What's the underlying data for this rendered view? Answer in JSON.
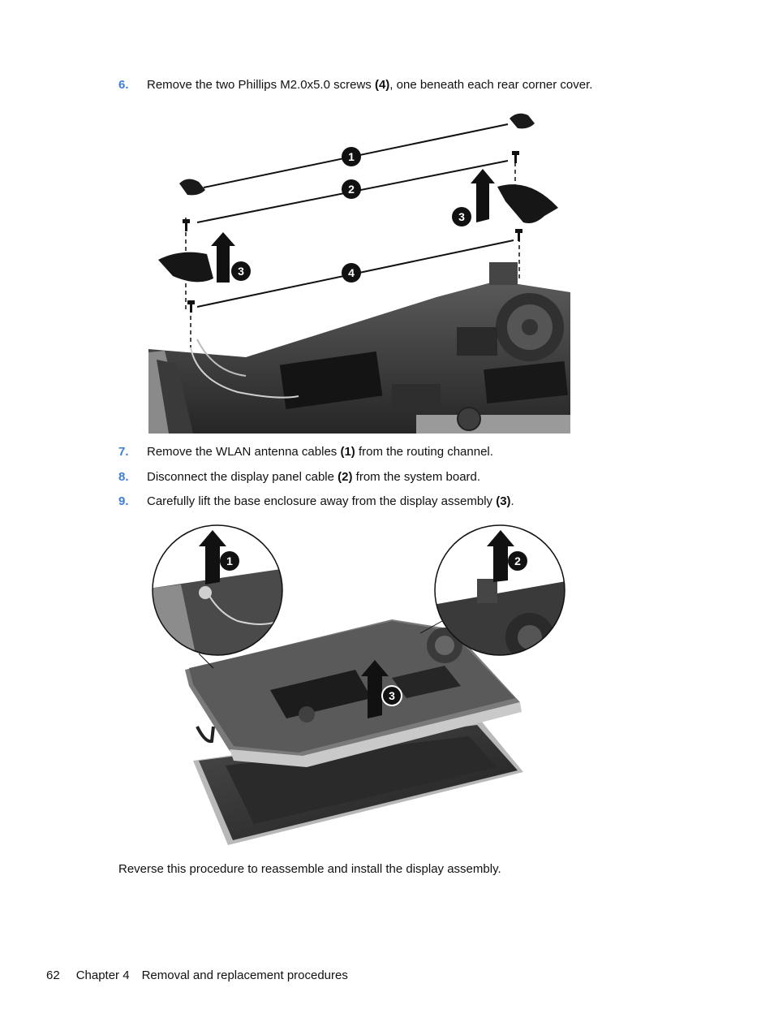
{
  "steps": [
    {
      "number": "6.",
      "before": "Remove the two Phillips M2.0x5.0 screws ",
      "bold": "(4)",
      "after": ", one beneath each rear corner cover."
    },
    {
      "number": "7.",
      "before": "Remove the WLAN antenna cables ",
      "bold": "(1)",
      "after": " from the routing channel."
    },
    {
      "number": "8.",
      "before": "Disconnect the display panel cable ",
      "bold": "(2)",
      "after": " from the system board."
    },
    {
      "number": "9.",
      "before": "Carefully lift the base enclosure away from the display assembly ",
      "bold": "(3)",
      "after": "."
    }
  ],
  "figure1": {
    "callouts": [
      "1",
      "2",
      "3",
      "3",
      "4"
    ]
  },
  "figure2": {
    "callouts": [
      "1",
      "2",
      "3"
    ]
  },
  "closing": "Reverse this procedure to reassemble and install the display assembly.",
  "footer": {
    "page_number": "62",
    "chapter": "Chapter 4",
    "section": "Removal and replacement procedures"
  },
  "colors": {
    "step_number": "#3d7fd6",
    "text": "#111111"
  }
}
